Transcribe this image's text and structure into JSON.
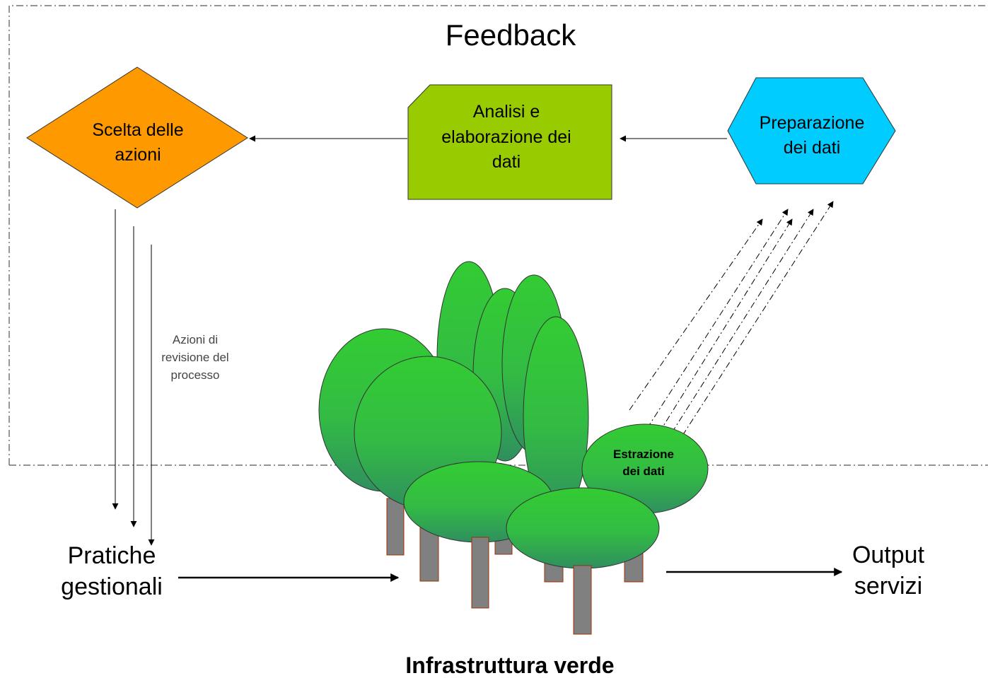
{
  "feedback": {
    "title": "Feedback"
  },
  "nodes": {
    "choice": {
      "line1": "Scelta delle",
      "line2": "azioni",
      "color": "#ff9900"
    },
    "analysis": {
      "line1": "Analisi e",
      "line2": "elaborazione dei",
      "line3": "dati",
      "color": "#99cc00"
    },
    "preparation": {
      "line1": "Preparazione",
      "line2": "dei dati",
      "color": "#00ccff"
    }
  },
  "revision": {
    "line1": "Azioni di",
    "line2": "revisione del",
    "line3": "processo"
  },
  "practices": {
    "line1": "Pratiche",
    "line2": "gestionali"
  },
  "output": {
    "line1": "Output",
    "line2": "servizi"
  },
  "extraction": {
    "line1": "Estrazione",
    "line2": "dei dati"
  },
  "infrastructure": {
    "label": "Infrastruttura verde"
  },
  "colors": {
    "canopy_top": "#33cc33",
    "canopy_bottom": "#2f8f5f",
    "trunk": "#808080",
    "trunk_outline": "#993300"
  }
}
